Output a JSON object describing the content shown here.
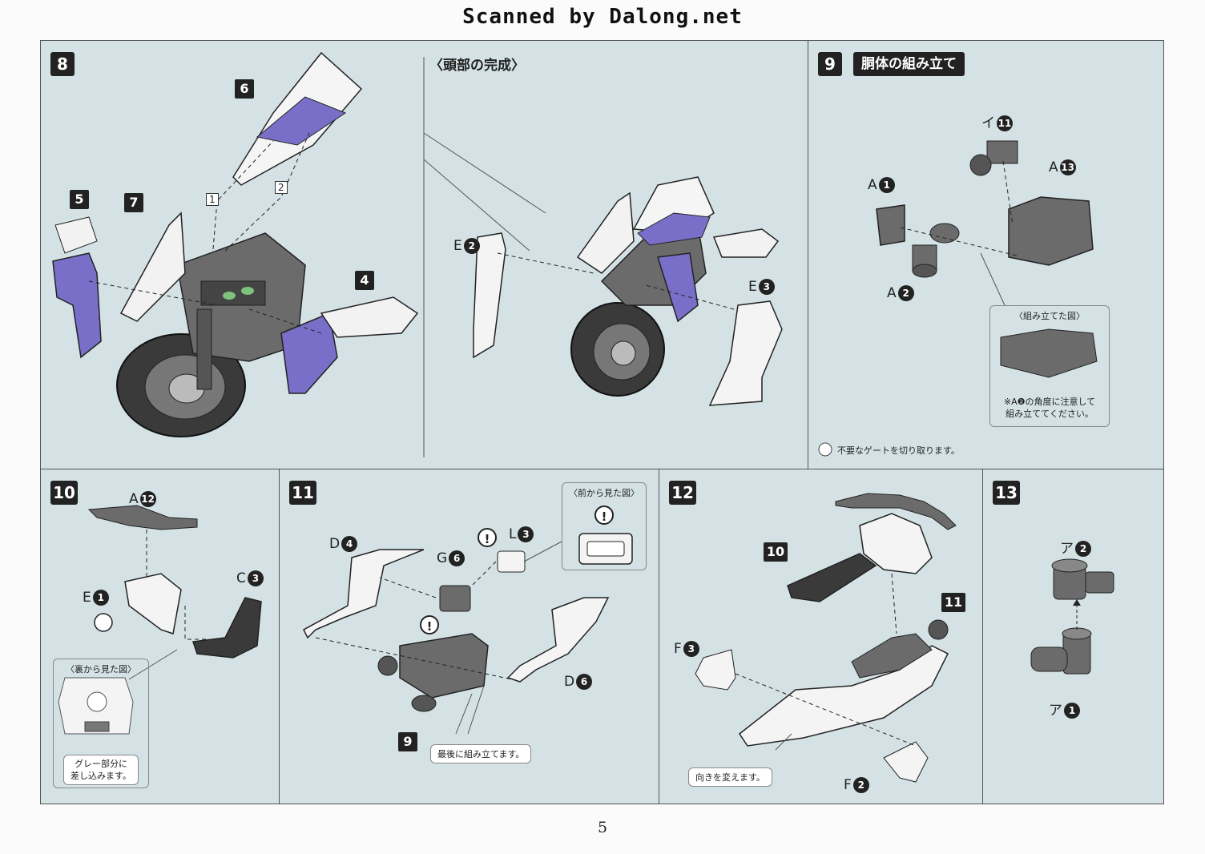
{
  "watermark": "Scanned by Dalong.net",
  "page_number": "5",
  "steps": {
    "s8": {
      "number": "8",
      "subtitle": "〈頭部の完成〉",
      "parts": {
        "p6": "6",
        "p7": "7",
        "p5": "5",
        "p4": "4"
      },
      "guide_marks": {
        "g1": "1",
        "g2": "2"
      },
      "labels": {
        "e2": "E",
        "e2n": "2",
        "e3": "E",
        "e3n": "3"
      }
    },
    "s9": {
      "number": "9",
      "title": "胴体の組み立て",
      "labels": {
        "i11": "イ",
        "i11n": "11",
        "a13": "A",
        "a13n": "13",
        "a1": "A",
        "a1n": "1",
        "a2": "A",
        "a2n": "2"
      },
      "inset": {
        "title": "〈組み立てた図〉",
        "note_line1": "※A❷の角度に注意して",
        "note_line2": "組み立ててください。"
      },
      "footnote": "不要なゲートを切り取ります。"
    },
    "s10": {
      "number": "10",
      "labels": {
        "a12": "A",
        "a12n": "12",
        "e1": "E",
        "e1n": "1",
        "c3": "C",
        "c3n": "3"
      },
      "inset": {
        "title": "〈裏から見た図〉",
        "callout_line1": "グレー部分に",
        "callout_line2": "差し込みます。"
      }
    },
    "s11": {
      "number": "11",
      "labels": {
        "d4": "D",
        "d4n": "4",
        "g6": "G",
        "g6n": "6",
        "l3": "L",
        "l3n": "3",
        "d6": "D",
        "d6n": "6"
      },
      "part9": "9",
      "warn_mark": "!",
      "inset": {
        "title": "〈前から見た図〉"
      },
      "callout": "最後に組み立てます。"
    },
    "s12": {
      "number": "12",
      "parts": {
        "p10": "10",
        "p11": "11"
      },
      "labels": {
        "f3": "F",
        "f3n": "3",
        "f2": "F",
        "f2n": "2"
      },
      "callout": "向きを変えます。"
    },
    "s13": {
      "number": "13",
      "labels": {
        "a2": "ア",
        "a2n": "2",
        "a1": "ア",
        "a1n": "1"
      }
    }
  },
  "colors": {
    "panel_bg": "#d4e2e6",
    "part_purple": "#7a6fc8",
    "part_gray": "#6b6b6b",
    "part_white": "#f4f4f4",
    "badge": "#222222"
  }
}
